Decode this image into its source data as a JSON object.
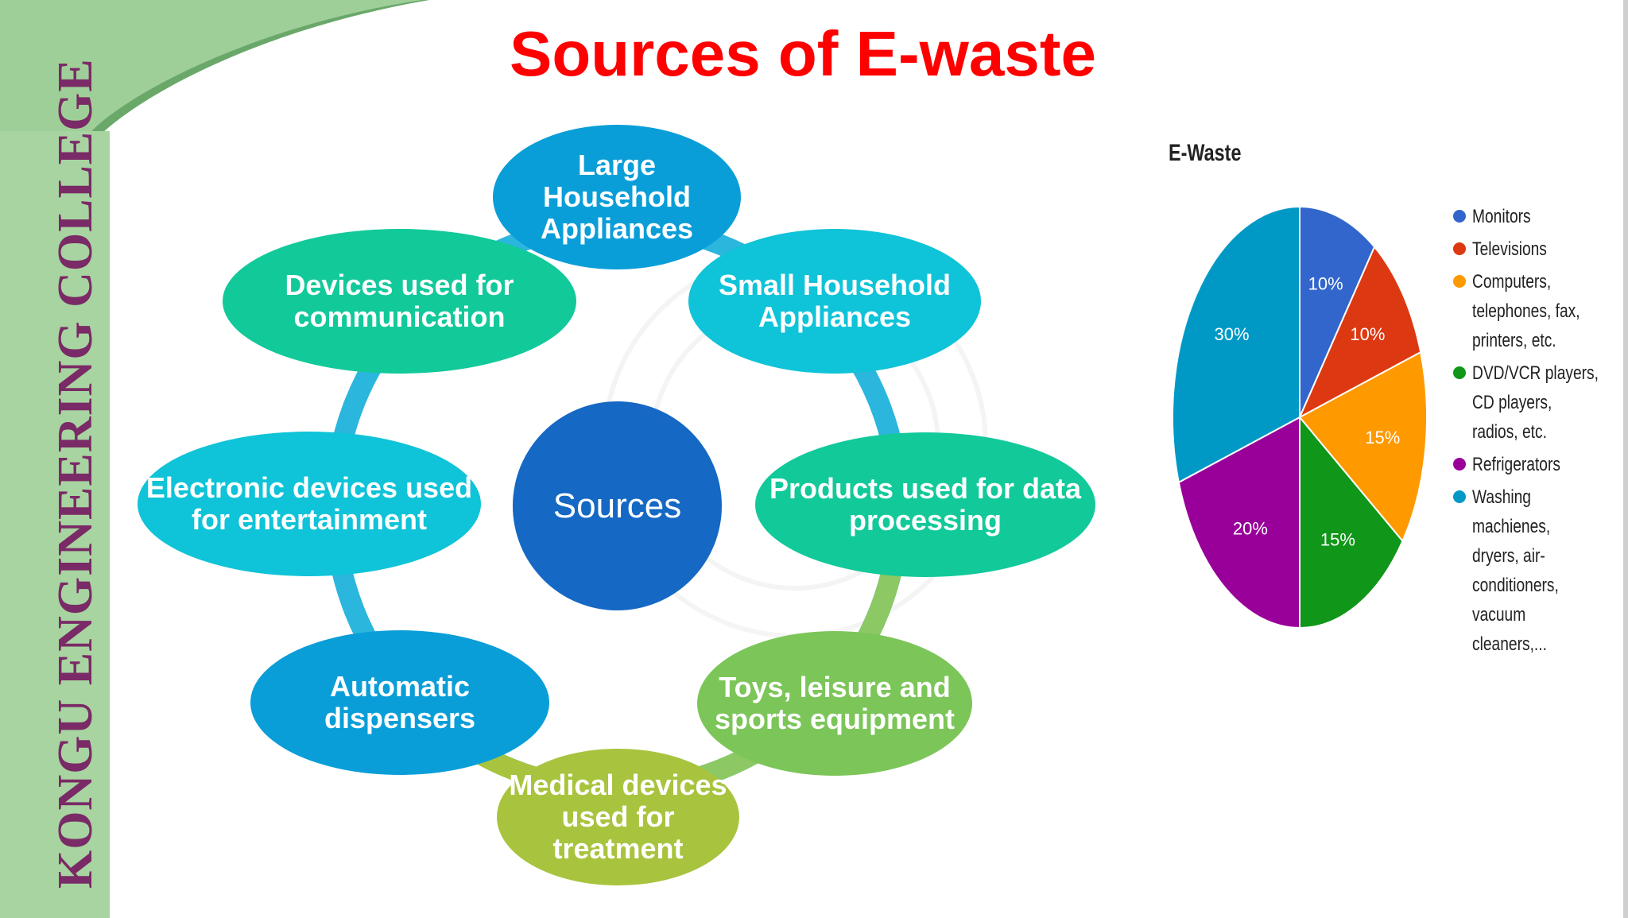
{
  "slide": {
    "title": "Sources of E-waste",
    "college": "KONGU ENGINEERING COLLEGE"
  },
  "diagram": {
    "center": "Sources",
    "nodes": [
      {
        "name": "large-household-appliances",
        "label": "Large Household Appliances",
        "color": "#0a9ed8"
      },
      {
        "name": "small-household-appliances",
        "label": "Small Household Appliances",
        "color": "#0fc3d8"
      },
      {
        "name": "data-processing-products",
        "label": "Products used for data processing",
        "color": "#12c99a"
      },
      {
        "name": "toys-leisure-sports",
        "label": "Toys, leisure and sports equipment",
        "color": "#7cc559"
      },
      {
        "name": "medical-devices",
        "label": "Medical devices used for treatment",
        "color": "#a8c43e"
      },
      {
        "name": "automatic-dispensers",
        "label": "Automatic dispensers",
        "color": "#0a9ed8"
      },
      {
        "name": "entertainment-devices",
        "label": "Electronic devices used for entertainment",
        "color": "#0fc3d8"
      },
      {
        "name": "communication-devices",
        "label": "Devices used for communication",
        "color": "#12c99a"
      }
    ]
  },
  "chart_data": {
    "type": "pie",
    "title": "E-Waste",
    "series": [
      {
        "name": "Monitors",
        "value": 10,
        "label": "10%",
        "color": "#3366cc"
      },
      {
        "name": "Televisions",
        "value": 10,
        "label": "10%",
        "color": "#dc3912"
      },
      {
        "name": "Computers, telephones, fax, printers, etc.",
        "value": 15,
        "label": "15%",
        "color": "#ff9900"
      },
      {
        "name": "DVD/VCR players, CD players, radios, etc.",
        "value": 15,
        "label": "15%",
        "color": "#109618"
      },
      {
        "name": "Refrigerators",
        "value": 20,
        "label": "20%",
        "color": "#990099"
      },
      {
        "name": "Washing machienes, dryers, air-conditioners, vacuum cleaners,...",
        "value": 30,
        "label": "30%",
        "color": "#0099c6"
      }
    ]
  }
}
